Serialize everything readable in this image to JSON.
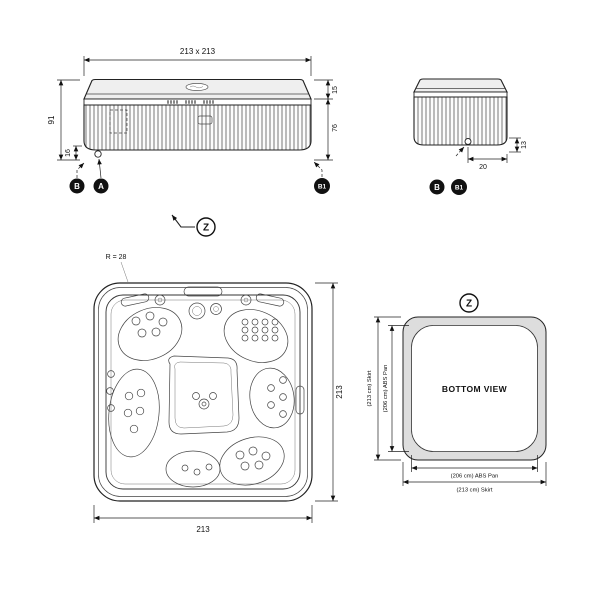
{
  "side_view": {
    "dim_overall": "213 x 213",
    "dim_total_height": "91",
    "dim_base_height": "16",
    "dim_lid_height": "15",
    "dim_cabinet_height": "76",
    "marker_b": "B",
    "marker_a": "A",
    "marker_b1": "B1",
    "section_label": "Z"
  },
  "end_view": {
    "dim_drain_height": "13",
    "dim_drain_offset": "20",
    "marker_b": "B",
    "marker_b1": "B1"
  },
  "top_view": {
    "corner_radius": "R = 28",
    "dim_side": "213",
    "dim_front": "213"
  },
  "bottom_view": {
    "section_label": "Z",
    "title": "BOTTOM VIEW",
    "skirt_label_left": "(213 cm) Skirt",
    "pan_label_left": "(206 cm) ABS Pan",
    "pan_label_bottom": "(206 cm) ABS Pan",
    "skirt_label_bottom": "(213 cm) Skirt"
  }
}
